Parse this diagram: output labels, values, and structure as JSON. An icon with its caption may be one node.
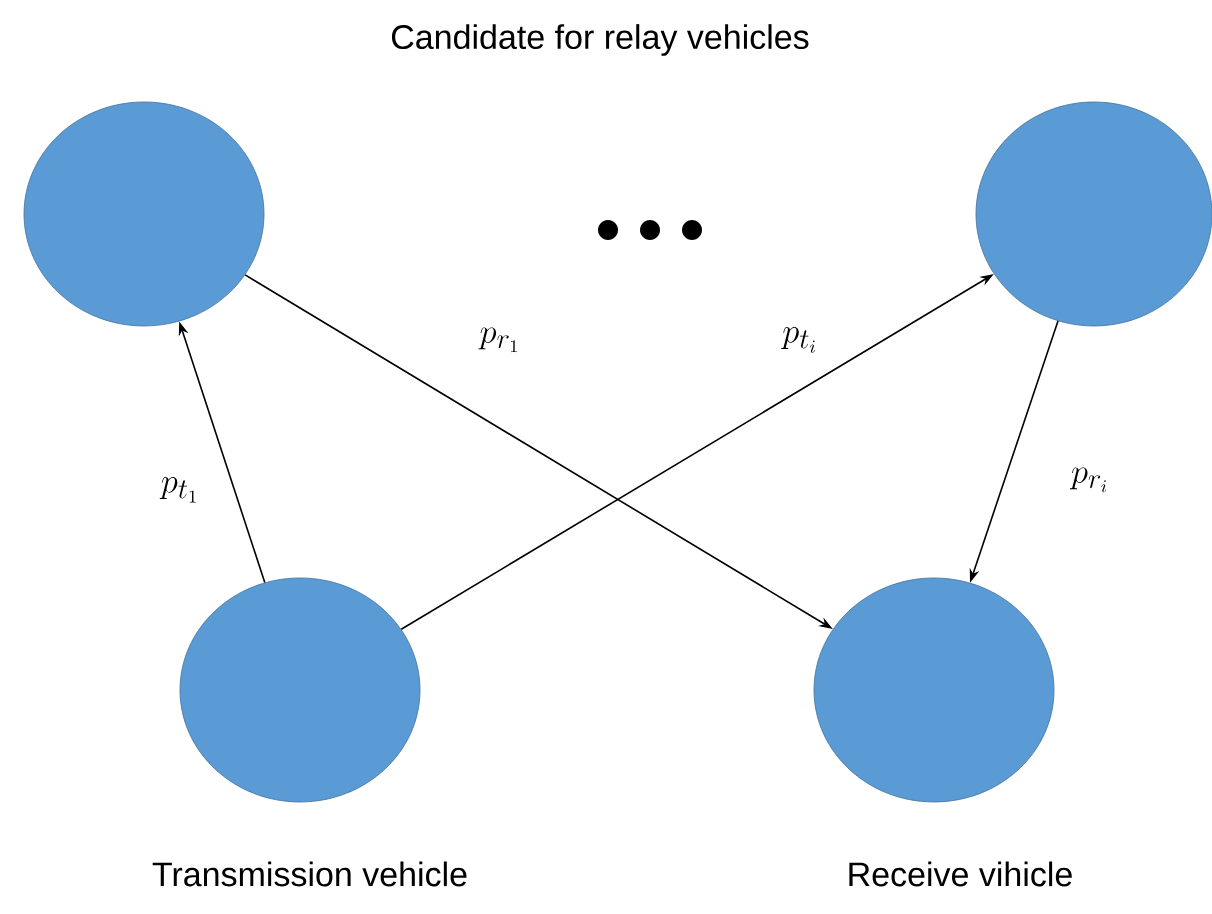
{
  "diagram": {
    "title": "Candidate for relay vehicles",
    "nodes": [
      {
        "text": [],
        "shape": "circle"
      },
      {
        "text": [],
        "shape": "circle"
      },
      {
        "text": [],
        "shape": "circle",
        "beside": [
          "Transmission vehicle"
        ]
      },
      {
        "text": [],
        "shape": "circle",
        "beside": [
          "Receive vihicle"
        ]
      }
    ],
    "edges": [
      {
        "from": 2,
        "to": 0,
        "arrow": "to",
        "label": "p_{t_1}"
      },
      {
        "from": 0,
        "to": 3,
        "arrow": "to",
        "label": "p_{r_1}"
      },
      {
        "from": 2,
        "to": 1,
        "arrow": "to",
        "label": "p_{t_i}"
      },
      {
        "from": 1,
        "to": 3,
        "arrow": "to",
        "label": "p_{r_i}"
      }
    ]
  }
}
